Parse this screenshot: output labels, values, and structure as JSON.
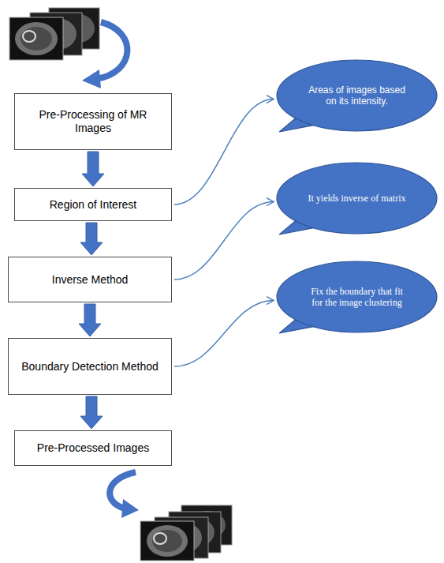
{
  "diagram": {
    "nodes": [
      {
        "text": [
          "Pre-Processing of MR Images"
        ]
      },
      {
        "text": [
          "Region of Interest"
        ]
      },
      {
        "text": [
          "Areas of images based on its intensity."
        ]
      },
      {
        "text": [
          "Inverse Method"
        ]
      },
      {
        "text": [
          "It yields inverse of matrix"
        ]
      },
      {
        "text": [
          "Boundary Detection Method"
        ]
      },
      {
        "text": [
          "Fix the boundary that fit for the image clustering"
        ]
      },
      {
        "text": [
          "Pre-Processed Images"
        ]
      }
    ],
    "edges": [
      {
        "from": 0,
        "to": 1,
        "arrow": "to"
      },
      {
        "from": 1,
        "to": 3,
        "arrow": "to"
      },
      {
        "from": 3,
        "to": 5,
        "arrow": "to"
      },
      {
        "from": 5,
        "to": 7,
        "arrow": "to"
      },
      {
        "from": 1,
        "to": 2,
        "arrow": "to"
      },
      {
        "from": 3,
        "to": 4,
        "arrow": "to"
      },
      {
        "from": 5,
        "to": 6,
        "arrow": "to"
      }
    ]
  }
}
